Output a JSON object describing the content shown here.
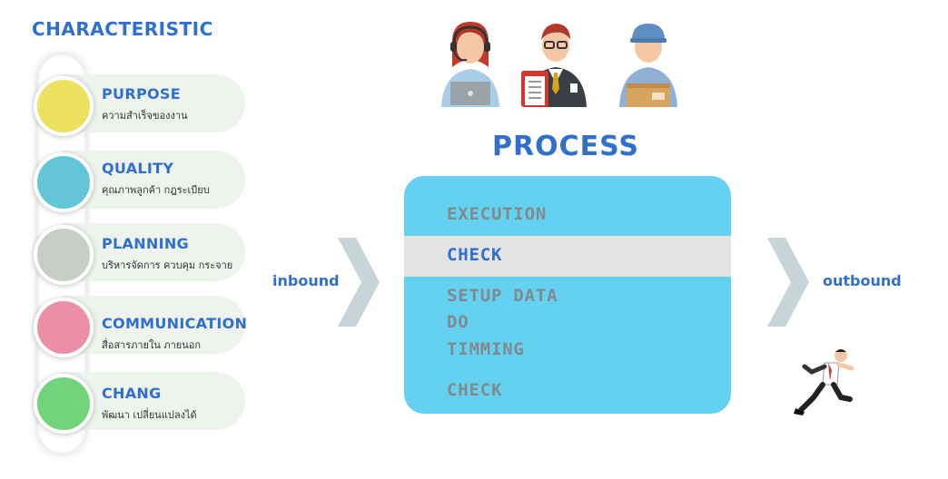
{
  "characteristic_title": "CHARACTERISTIC",
  "characteristics": [
    {
      "title": "PURPOSE",
      "subtitle": "ความสำเร็จของงาน",
      "color": "#ede25f"
    },
    {
      "title": "QUALITY",
      "subtitle": "คุณภาพลูกค้า กฎระเบียบ",
      "color": "#63c6d8"
    },
    {
      "title": "PLANNING",
      "subtitle": "บริหารจัดการ ควบคุม กระจาย",
      "color": "#c9cdc8"
    },
    {
      "title": "COMMUNICATION",
      "subtitle": "สื่อสารภายใน ภายนอก",
      "color": "#ec8fa6"
    },
    {
      "title": "CHANG",
      "subtitle": "พัฒนา เปลี่ยนแปลงได้",
      "color": "#72d47a"
    }
  ],
  "process_title": "PROCESS",
  "process_steps": [
    {
      "label": "EXECUTION",
      "active": false
    },
    {
      "label": "CHECK",
      "active": true
    },
    {
      "label": "SETUP DATA",
      "active": false
    },
    {
      "label": "DO",
      "active": false
    },
    {
      "label": "TIMMING",
      "active": false
    },
    {
      "label": "CHECK",
      "active": false
    }
  ],
  "inbound_label": "inbound",
  "outbound_label": "outbound",
  "figures": [
    "call-center-agent-icon",
    "businessman-clipboard-icon",
    "delivery-man-icon"
  ],
  "colors": {
    "accent": "#2f6fd0",
    "process_box": "#65d1f0",
    "highlight_band": "#e2e3e2",
    "chevron": "#c7d4d8"
  }
}
